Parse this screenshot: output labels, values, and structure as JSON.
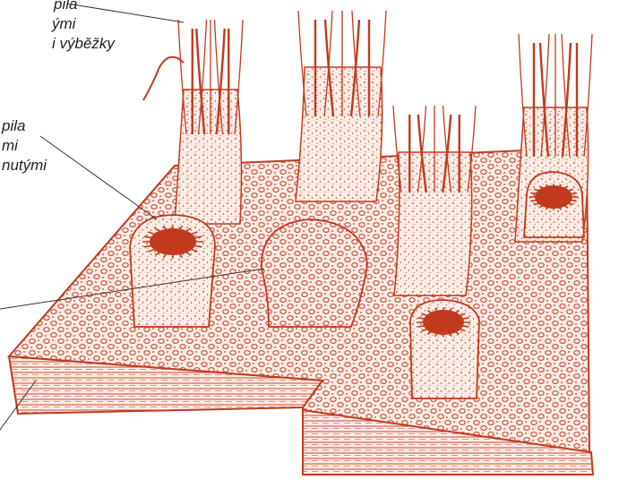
{
  "labels": {
    "top": [
      "pila",
      "ými",
      "i výběžky"
    ],
    "middle": [
      "pila",
      "mi",
      "nutými"
    ]
  },
  "colors": {
    "ink": "#c23a1e",
    "ink_light": "#e07a5e",
    "fill": "#fbece6",
    "leader": "#333333"
  }
}
